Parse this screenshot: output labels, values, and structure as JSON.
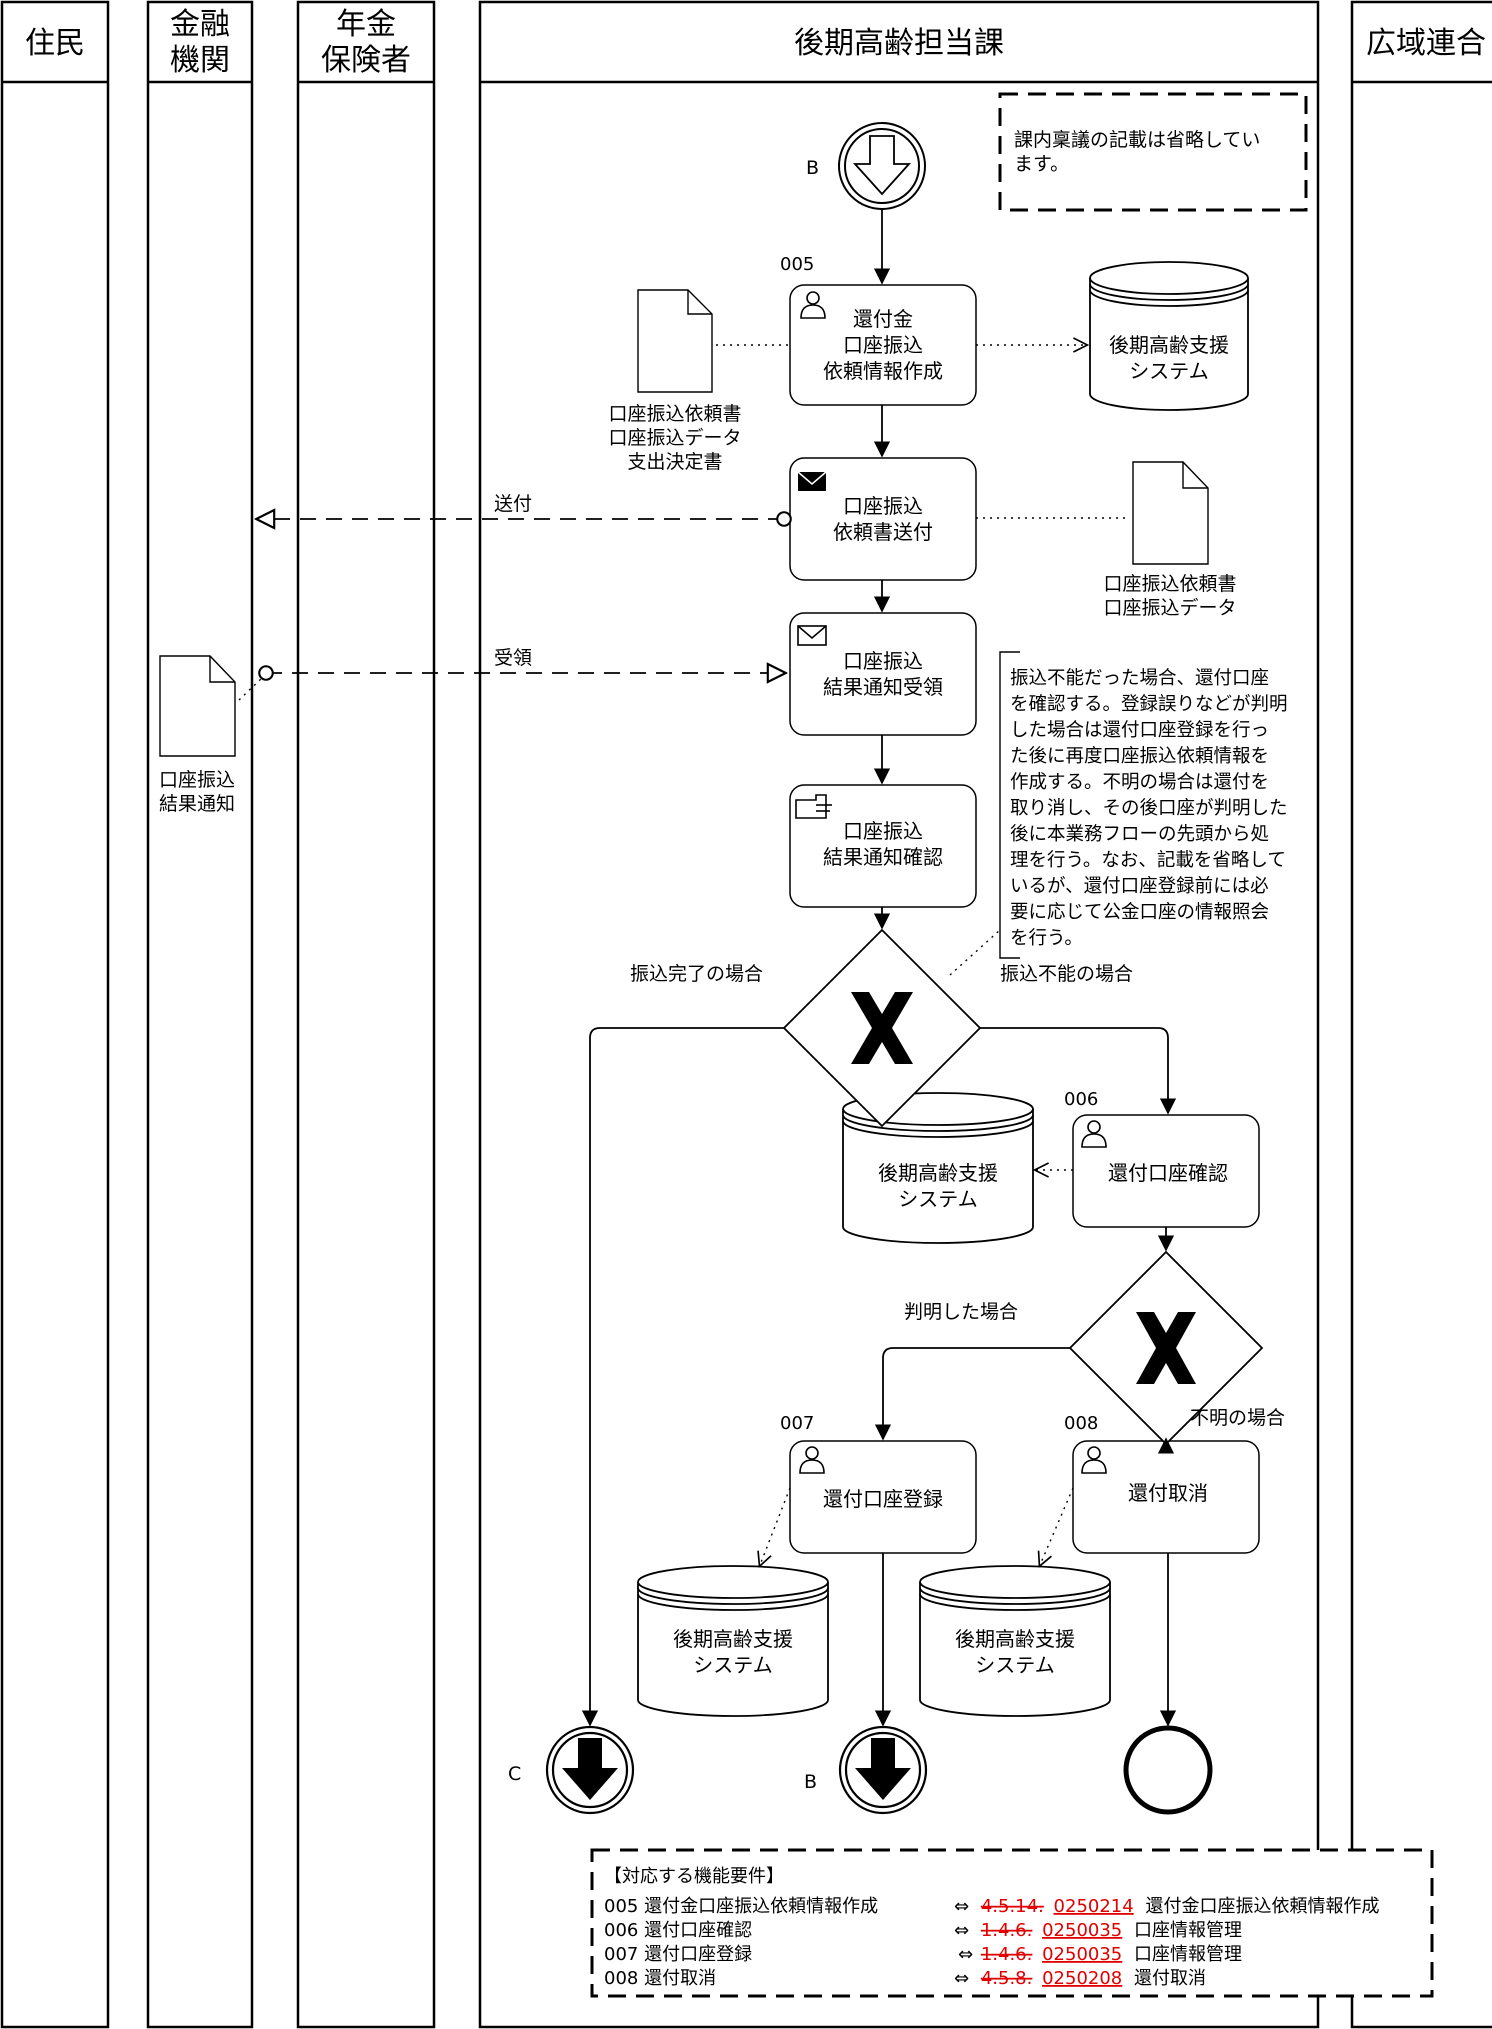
{
  "lanes": [
    {
      "id": "resident",
      "title_lines": [
        "住民"
      ]
    },
    {
      "id": "bank",
      "title_lines": [
        "金融",
        "機関"
      ]
    },
    {
      "id": "pension",
      "title_lines": [
        "年金",
        "保険者"
      ]
    },
    {
      "id": "main",
      "title_lines": [
        "後期高齢担当課"
      ]
    },
    {
      "id": "union",
      "title_lines": [
        "広域連合"
      ]
    }
  ],
  "comment_top": [
    "課内稟議の記載は省略してい",
    "ます。"
  ],
  "start_event_label": "B",
  "tasks": {
    "t005": {
      "id": "005",
      "lines": [
        "還付金",
        "口座振込",
        "依頼情報作成"
      ]
    },
    "send": {
      "lines": [
        "口座振込",
        "依頼書送付"
      ]
    },
    "receive": {
      "lines": [
        "口座振込",
        "結果通知受領"
      ]
    },
    "confirm": {
      "lines": [
        "口座振込",
        "結果通知確認"
      ]
    },
    "t006": {
      "id": "006",
      "lines": [
        "還付口座確認"
      ]
    },
    "t007": {
      "id": "007",
      "lines": [
        "還付口座登録"
      ]
    },
    "t008": {
      "id": "008",
      "lines": [
        "還付取消"
      ]
    }
  },
  "datastores": {
    "ds1": {
      "lines": [
        "後期高齢支援",
        "システム"
      ]
    },
    "ds2": {
      "lines": [
        "後期高齢支援",
        "システム"
      ]
    },
    "ds3": {
      "lines": [
        "後期高齢支援",
        "システム"
      ]
    },
    "ds4": {
      "lines": [
        "後期高齢支援",
        "システム"
      ]
    }
  },
  "documents": {
    "doc1": {
      "lines": [
        "口座振込依頼書",
        "口座振込データ",
        "支出決定書"
      ]
    },
    "doc2": {
      "lines": [
        "口座振込依頼書",
        "口座振込データ"
      ]
    },
    "doc3": {
      "lines": [
        "口座振込",
        "結果通知"
      ]
    }
  },
  "flow_labels": {
    "send": "送付",
    "receive": "受領",
    "done": "振込完了の場合",
    "fail": "振込不能の場合",
    "found": "判明した場合",
    "unknown": "不明の場合"
  },
  "annotation": [
    "振込不能だった場合、還付口座",
    "を確認する。登録誤りなどが判明",
    "した場合は還付口座登録を行っ",
    "た後に再度口座振込依頼情報を",
    "作成する。不明の場合は還付を",
    "取り消し、その後口座が判明した",
    "後に本業務フローの先頭から処",
    "理を行う。なお、記載を省略して",
    "いるが、還付口座登録前には必",
    "要に応じて公金口座の情報照会",
    "を行う。"
  ],
  "end_events": {
    "c": {
      "label": "C"
    },
    "b": {
      "label": "B"
    }
  },
  "requirements": {
    "heading": "【対応する機能要件】",
    "rows": [
      {
        "left": "005 還付金口座振込依頼情報作成",
        "arrow": "⇔",
        "old": "4.5.14.",
        "new": "0250214",
        "name": "還付金口座振込依頼情報作成"
      },
      {
        "left": "006 還付口座確認",
        "arrow": "⇔",
        "old": "1.4.6.",
        "new": "0250035",
        "name": "口座情報管理"
      },
      {
        "left": "007 還付口座登録",
        "arrow": "⇔",
        "old": "1.4.6.",
        "new": "0250035",
        "name": "口座情報管理"
      },
      {
        "left": "008 還付取消",
        "arrow": "⇔",
        "old": "4.5.8.",
        "new": "0250208",
        "name": "還付取消"
      }
    ]
  }
}
